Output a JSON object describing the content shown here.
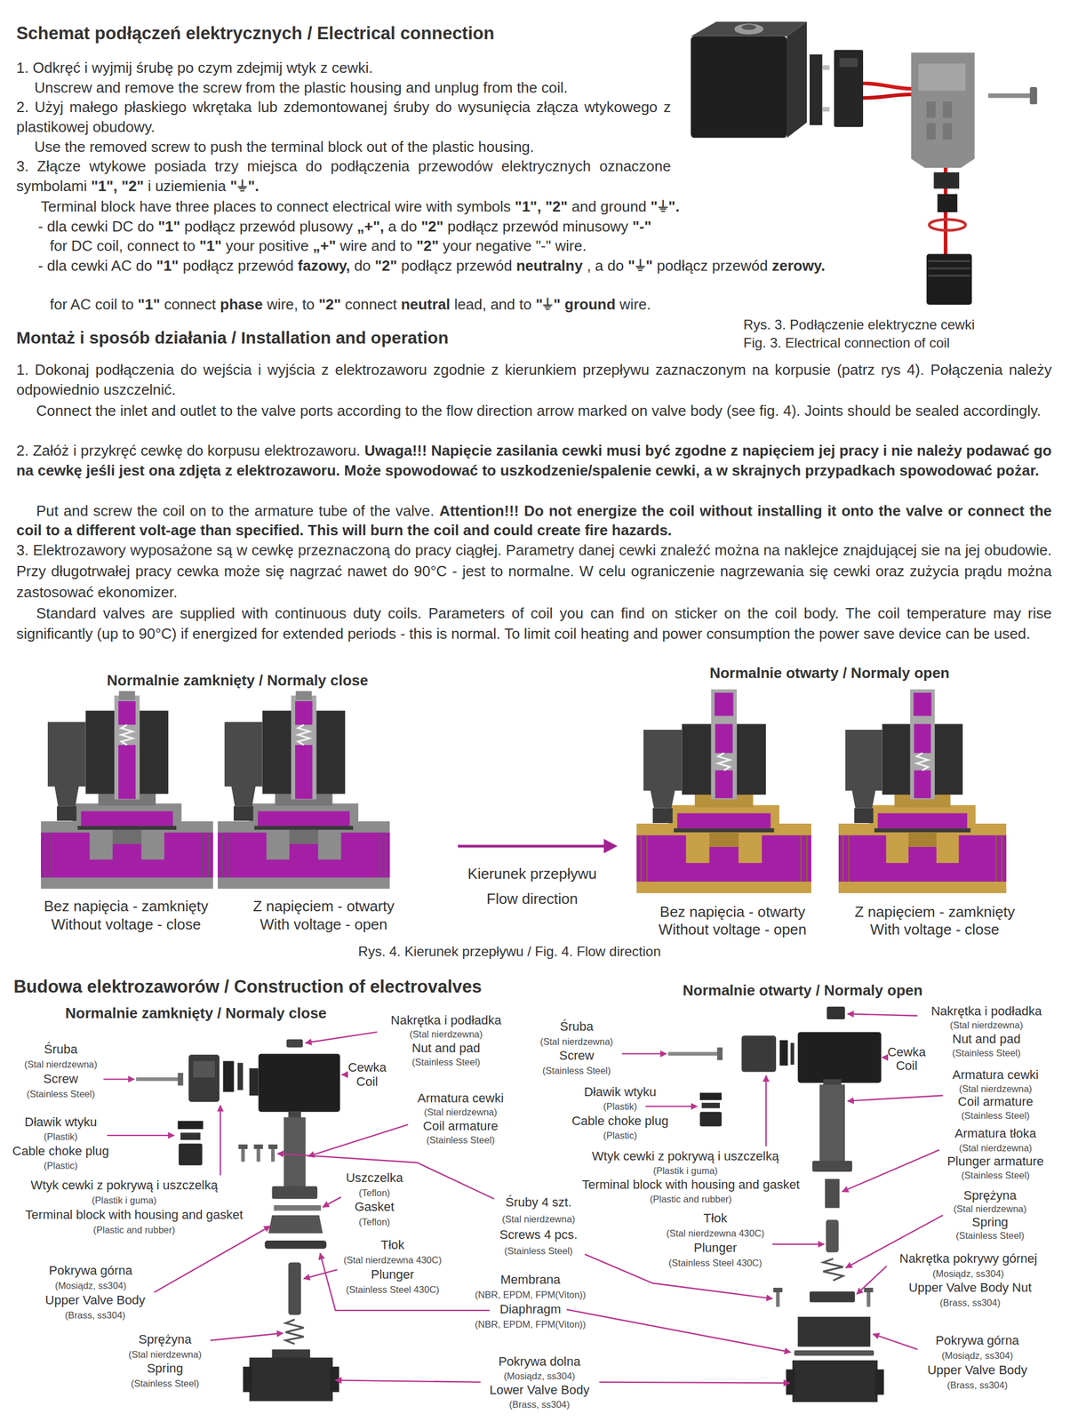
{
  "diagram": {
    "title": "Schemat podłączeń elektrycznych / Electrical connection",
    "labels": [
      "1. Odkręć i wyjmij śrubę po czym zdejmij wtyk z cewki.",
      "Unscrew and remove the screw from the plastic housing and unplug from the coil.",
      "2. Użyj małego płaskiego wkrętaka lub zdemontowanej śruby do wysunięcia złącza wtykowego z plastikowej obudowy.",
      "Use the removed screw to push the terminal block out of the plastic housing.",
      "3. Złącze wtykowe posiada trzy miejsca do podłączenia przewodów elektrycznych oznaczone symbolami",
      "\"1\", \"2\"",
      "i uziemienia",
      "\"⏚\".",
      "Terminal block have three places to connect electrical wire with symbols",
      "\"1\", \"2\"",
      "and ground",
      "\"⏚\".",
      "- dla cewki DC do",
      "\"1\"",
      "podłącz przewód plusowy",
      "„+\",",
      "a do",
      "\"2\"",
      "podłącz przewód minusowy",
      "\"-\"",
      "for DC coil, connect to",
      "\"1\"",
      "your positive",
      "„+\"",
      "wire and to",
      "\"2\"",
      "your negative \"-\" wire.",
      "- dla cewki AC do",
      "\"1\"",
      "podłącz przewód",
      "fazowy,",
      "do",
      "\"2\"",
      "podłącz przewód",
      "neutralny",
      ", a do",
      "\"⏚\"",
      "podłącz przewód",
      "zerowy.",
      "for AC coil to",
      "\"1\"",
      "connect",
      "phase",
      "wire, to",
      "\"2\"",
      "connect",
      "neutral",
      "lead, and to",
      "\"⏚\"",
      "ground",
      "wire.",
      "Rys. 3. Podłączenie elektryczne cewki",
      "Fig. 3. Electrical connection of coil",
      "Montaż i sposób działania / Installation and operation",
      "1. Dokonaj podłączenia do wejścia i wyjścia z elektrozaworu zgodnie z kierunkiem przepływu zaznaczonym na korpusie (patrz rys 4). Połączenia należy odpowiednio uszczelnić.",
      "Connect the inlet and outlet to the valve ports according to the flow direction arrow marked on valve body (see fig. 4). Joints should be sealed accordingly.",
      "2. Załóż i przykręć cewkę do korpusu elektrozaworu.",
      "Uwaga!!! Napięcie zasilania cewki musi być zgodne z napięciem jej pracy i nie należy podawać go na cewkę jeśli jest ona zdjęta z elektrozaworu. Może spowodować to uszkodzenie/spalenie cewki, a w skrajnych przypadkach spowodować pożar.",
      "Put and screw the coil on to the armature tube of the valve.",
      "Attention!!! Do not energize the coil without installing it onto the valve or connect the coil to a different volt-age than specified. This will burn the coil and could create fire hazards.",
      "3. Elektrozawory wyposażone są w cewkę przeznaczoną do pracy ciągłej. Parametry danej cewki znaleźć można na naklejce znajdującej sie na jej obudowie. Przy długotrwałej pracy cewka może się nagrzać nawet do 90°C - jest to normalne. W celu ograniczenie nagrzewania się cewki oraz zużycia prądu można zastosować ekonomizer.",
      "Standard valves are supplied with continuous duty coils. Parameters of coil you can find on sticker on the coil body. The coil temperature may rise significantly (up to 90°C) if energized for extended periods - this is normal. To limit coil heating and power consumption the power save device can be used.",
      "Normalnie zamknięty / Normaly close",
      "Normalnie otwarty / Normaly open",
      "Bez napięcia - zamknięty",
      "Without voltage - close",
      "Z napięciem - otwarty",
      "With voltage - open",
      "Kierunek przepływu",
      "Flow direction",
      "Bez napięcia - otwarty",
      "Without voltage - open",
      "Z napięciem - zamknięty",
      "With voltage - close",
      "Rys. 4. Kierunek przepływu / Fig. 4. Flow direction",
      "Budowa elektrozaworów / Construction of electrovalves",
      "Normalnie otwarty / Normaly open",
      "Normalnie zamknięty / Normaly close",
      "Nakrętka i podładka",
      "(Stal nierdzewna)",
      "Nut and pad",
      "(Stainless Steel)",
      "Śruba",
      "(Stal nierdzewna)",
      "Screw",
      "(Stainless Steel)",
      "Cewka",
      "Coil",
      "Armatura cewki",
      "(Stal nierdzewna)",
      "Coil armature",
      "(Stainless Steel)",
      "Dławik wtyku",
      "(Plastik)",
      "Cable choke plug",
      "(Plastic)",
      "Uszczelka",
      "(Teflon)",
      "Gasket",
      "(Teflon)",
      "Wtyk cewki z pokrywą i uszczelką",
      "(Plastik i guma)",
      "Terminal block with housing and gasket",
      "(Plastic and rubber)",
      "Śruby 4 szt.",
      "(Stal nierdzewna)",
      "Screws 4 pcs.",
      "(Stainless Steel)",
      "Tłok",
      "(Stal nierdzewna 430C)",
      "Plunger",
      "(Stainless Steel 430C)",
      "Pokrywa górna",
      "(Mosiądz, ss304)",
      "Upper Valve Body",
      "(Brass, ss304)",
      "Membrana",
      "(NBR, EPDM, FPM(Viton))",
      "Diaphragm",
      "(NBR, EPDM, FPM(Viton))",
      "Sprężyna",
      "(Stal nierdzewna)",
      "Spring",
      "(Stainless Steel)",
      "Pokrywa dolna",
      "(Mosiądz, ss304)",
      "Lower Valve Body",
      "(Brass, ss304)",
      "Nakrętka i podładka",
      "(Stal nierdzewna)",
      "Nut and pad",
      "(Stainless Steel)",
      "Śruba",
      "(Stal nierdzewna)",
      "Screw",
      "(Stainless Steel)",
      "Cewka",
      "Coil",
      "Armatura cewki",
      "(Stal nierdzewna)",
      "Coil armature",
      "(Stainless Steel)",
      "Dławik wtyku",
      "(Plastik)",
      "Cable choke plug",
      "(Plastic)",
      "Armatura tłoka",
      "(Stal nierdzewna)",
      "Plunger armature",
      "(Stainless Steel)",
      "Wtyk cewki z pokrywą i uszczelką",
      "(Plastik i guma)",
      "Terminal block with housing and gasket",
      "(Plastic and rubber)",
      "Sprężyna",
      "(Stal nierdzewna)",
      "Spring",
      "(Stainless Steel)",
      "Tłok",
      "(Stal nierdzewna 430C)",
      "Plunger",
      "(Stainless Steel 430C)",
      "Nakrętka pokrywy górnej",
      "(Mosiądz, ss304)",
      "Upper Valve Body Nut",
      "(Brass, ss304)",
      "Pokrywa górna",
      "(Mosiądz, ss304)",
      "Upper Valve Body",
      "(Brass, ss304)"
    ]
  }
}
